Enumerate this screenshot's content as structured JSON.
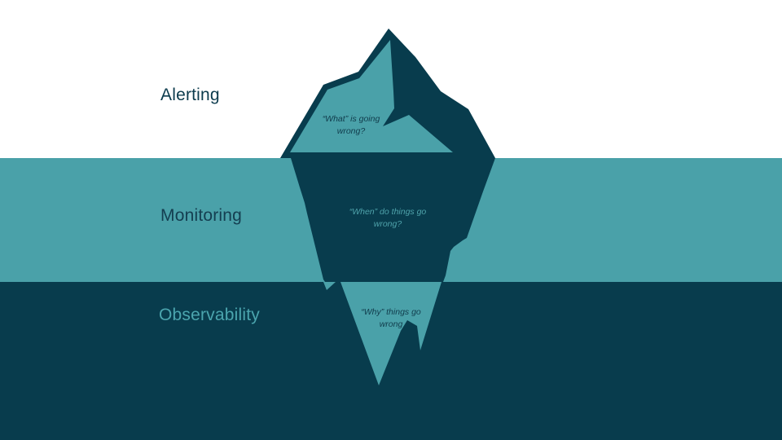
{
  "colors": {
    "sky": "#ffffff",
    "water_mid": "#4AA1A9",
    "water_deep": "#083C4D",
    "iceberg_dark": "#083C4D",
    "iceberg_light": "#4AA1A9",
    "alerting_label": "#0C3B4D",
    "monitoring_label": "#143E50",
    "observability_label": "#4BA5AE",
    "caption_on_light": "#113C4C",
    "caption_on_dark": "#4FA3AB"
  },
  "layers": [
    {
      "label": "Alerting",
      "caption": "“What” is going wrong?"
    },
    {
      "label": "Monitoring",
      "caption": "“When” do things go wrong?"
    },
    {
      "label": "Observability",
      "caption": "“Why” things go wrong"
    }
  ]
}
